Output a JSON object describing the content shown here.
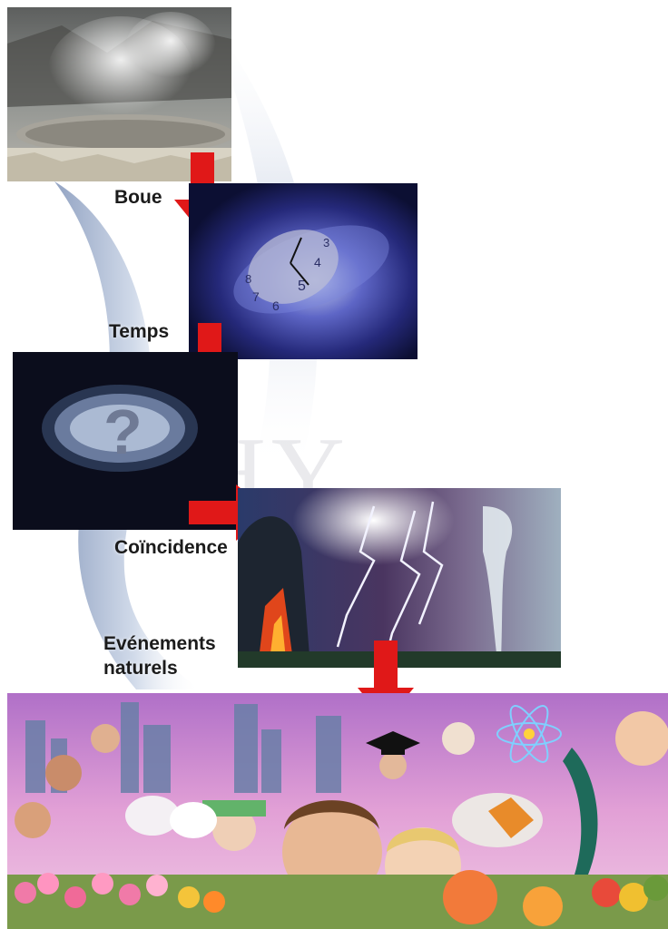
{
  "steps": [
    {
      "label": "Boue"
    },
    {
      "label": "Temps"
    },
    {
      "label": "Coïncidence"
    },
    {
      "label": "Evénements naturels"
    }
  ],
  "labels": {
    "boue": "Boue",
    "temps": "Temps",
    "coincidence": "Coïncidence",
    "evenements_line1": "Evénements",
    "evenements_line2": "naturels"
  },
  "watermark": "HY",
  "colors": {
    "arrow": "#e01818",
    "mud_panel": "#8a8a86",
    "time_panel": "#1a1f5a",
    "question_panel": "#0b0d1c",
    "nature_panel": "#2a3a6a",
    "collage_panel": "#c98ad2"
  },
  "icons": {
    "clock": "clock-icon",
    "question": "question-mark-icon",
    "lightning": "lightning-icon",
    "tornado": "tornado-icon",
    "volcano": "volcano-icon",
    "graduation_cap": "graduation-cap-icon",
    "atom": "atom-icon"
  }
}
